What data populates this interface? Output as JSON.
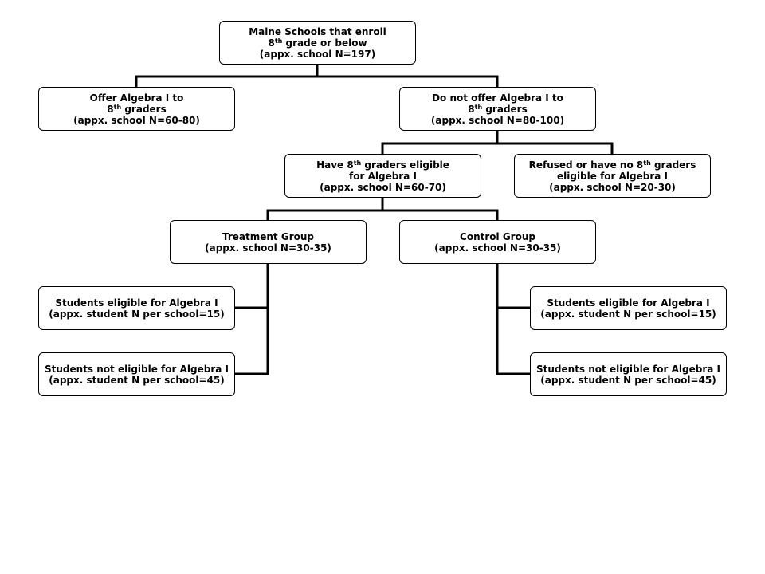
{
  "nodes": {
    "root": {
      "l1": "Maine Schools that enroll",
      "l2_pre": "8",
      "l2_sup": "th",
      "l2_post": " grade or below",
      "l3": "(appx. school N=197)"
    },
    "offer": {
      "l1": "Offer Algebra I to",
      "l2_pre": "8",
      "l2_sup": "th",
      "l2_post": " graders",
      "l3": "(appx. school N=60-80)"
    },
    "no_offer": {
      "l1": "Do not offer Algebra I to",
      "l2_pre": "8",
      "l2_sup": "th",
      "l2_post": " graders",
      "l3": "(appx. school N=80-100)"
    },
    "eligible": {
      "l1_pre": "Have 8",
      "l1_sup": "th",
      "l1_post": " graders eligible",
      "l2": "for Algebra I",
      "l3": "(appx. school N=60-70)"
    },
    "refused": {
      "l1_pre": "Refused or have no 8",
      "l1_sup": "th",
      "l1_post": " graders",
      "l2": "eligible for Algebra I",
      "l3": "(appx. school N=20-30)"
    },
    "treatment": {
      "l1": "Treatment Group",
      "l2": "(appx. school N=30-35)"
    },
    "control": {
      "l1": "Control Group",
      "l2": "(appx. school N=30-35)"
    },
    "t_elig": {
      "l1": "Students eligible for Algebra I",
      "l2": "(appx. student N per school=15)"
    },
    "t_not": {
      "l1": "Students not eligible for Algebra I",
      "l2": "(appx. student N per school=45)"
    },
    "c_elig": {
      "l1": "Students eligible for Algebra I",
      "l2": "(appx. student N per school=15)"
    },
    "c_not": {
      "l1": "Students not eligible for Algebra I",
      "l2": "(appx. student N per school=45)"
    }
  }
}
